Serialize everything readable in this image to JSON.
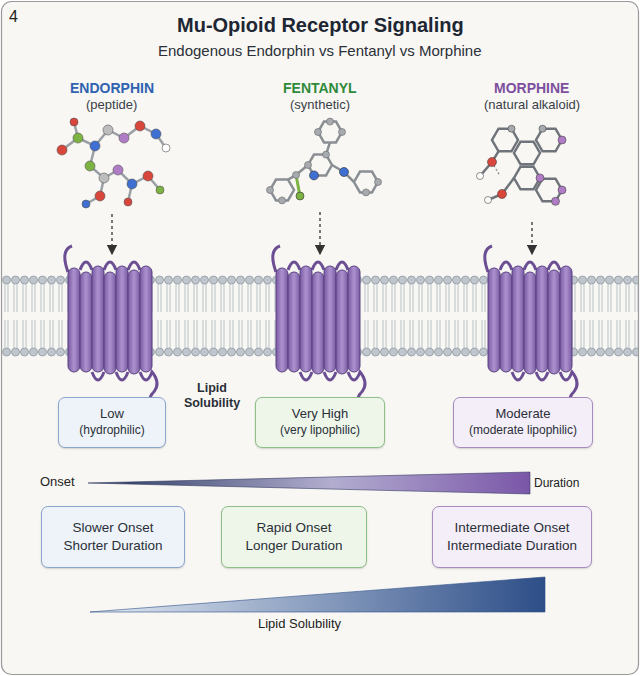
{
  "diagram": {
    "title": "Mu-Opioid Receptor Signaling",
    "nodes": [
      {
        "text": [
          "Low",
          "(hydrophilic)"
        ]
      },
      {
        "text": [
          "Very High",
          "(very lipophilic)"
        ]
      },
      {
        "text": [
          "Moderate",
          "(moderate lipophilic)"
        ]
      },
      {
        "text": [
          "Slower Onset",
          "Shorter Duration"
        ]
      },
      {
        "text": [
          "Rapid Onset",
          "Longer Duration"
        ]
      },
      {
        "text": [
          "Intermediate Onset",
          "Intermediate Duration"
        ]
      }
    ],
    "labels": [
      "4",
      "Endogenous Endorphin vs Fentanyl vs Morphine",
      "ENDORPHIN",
      "(peptide)",
      "FENTANYL",
      "(synthetic)",
      "MORPHINE",
      "(natural alkaloid)",
      "Lipid Solubility",
      "Onset",
      "Duration",
      "Lipid Solubility"
    ]
  }
}
